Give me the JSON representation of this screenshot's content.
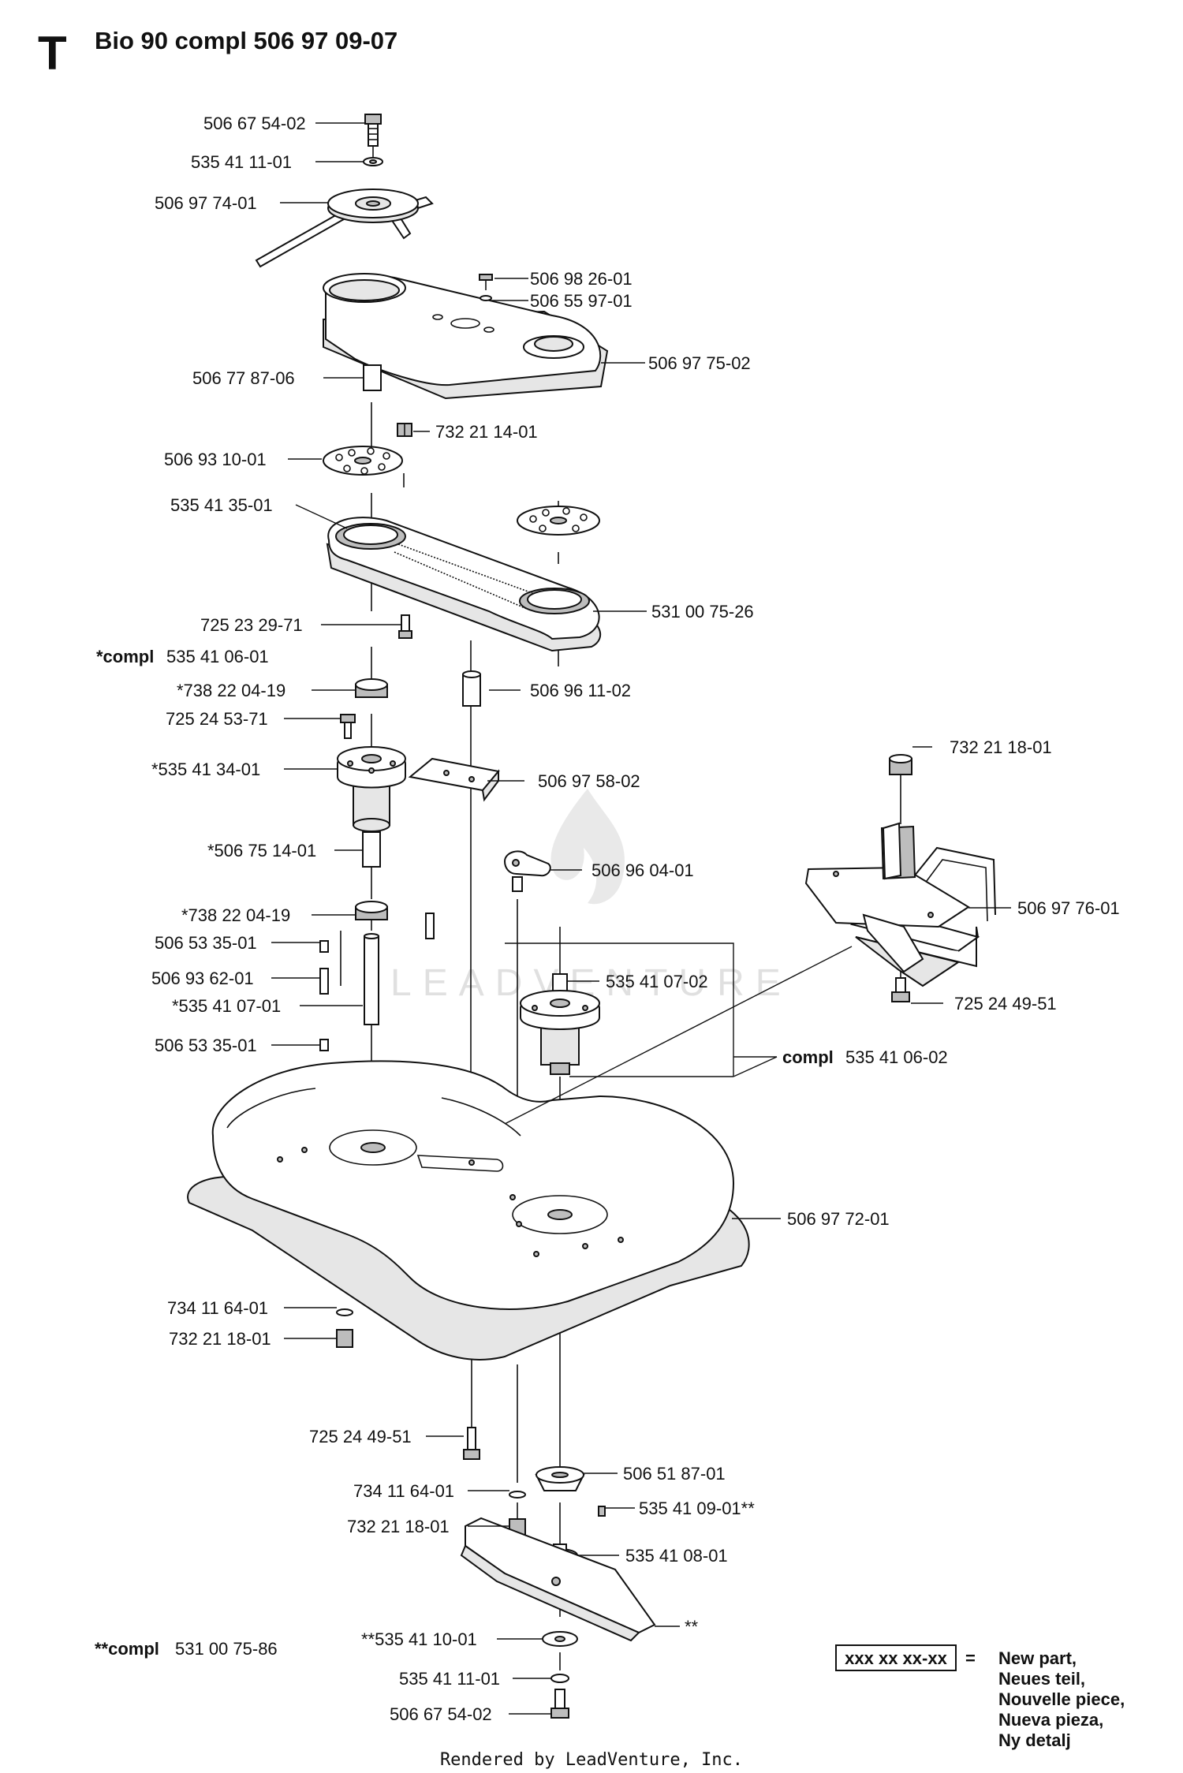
{
  "header": {
    "section_letter": "T",
    "title": "Bio 90 compl 506 97 09-07"
  },
  "parts": {
    "p_506_67_54_02_top": "506 67 54-02",
    "p_535_41_11_01_top": "535 41 11-01",
    "p_506_97_74_01": "506 97 74-01",
    "p_506_98_26_01": "506 98 26-01",
    "p_506_55_97_01": "506 55 97-01",
    "p_506_97_75_02": "506 97 75-02",
    "p_506_77_87_06": "506 77 87-06",
    "p_732_21_14_01": "732 21 14-01",
    "p_506_93_10_01": "506 93 10-01",
    "p_535_41_35_01": "535 41 35-01",
    "p_531_00_75_26": "531 00 75-26",
    "p_725_23_29_71": "725 23 29-71",
    "compl_prefix_1": "*compl",
    "compl_value_1": "535 41 06-01",
    "p_738_22_04_19_a": "*738 22 04-19",
    "p_506_96_11_02": "506 96 11-02",
    "p_725_24_53_71": "725 24 53-71",
    "p_535_41_34_01": "*535 41 34-01",
    "p_506_97_58_02": "506 97 58-02",
    "p_732_21_18_01_right": "732 21 18-01",
    "p_506_75_14_01": "*506 75 14-01",
    "p_506_96_04_01": "506 96 04-01",
    "p_506_97_76_01": "506 97 76-01",
    "p_738_22_04_19_b": "*738 22 04-19",
    "p_506_53_35_01_a": "506 53 35-01",
    "p_506_93_62_01": "506 93 62-01",
    "p_535_41_07_02": "535 41 07-02",
    "p_535_41_07_01": "*535 41 07-01",
    "p_725_24_49_51_right": "725 24 49-51",
    "p_506_53_35_01_b": "506 53 35-01",
    "compl_prefix_2": "compl",
    "compl_value_2": "535 41 06-02",
    "p_506_97_72_01": "506 97 72-01",
    "p_734_11_64_01_a": "734 11 64-01",
    "p_732_21_18_01_a": "732 21 18-01",
    "p_725_24_49_51_bottom": "725 24 49-51",
    "p_506_51_87_01": "506 51 87-01",
    "p_734_11_64_01_b": "734 11 64-01",
    "p_535_41_09_01": "535 41 09-01**",
    "p_732_21_18_01_b": "732 21 18-01",
    "p_535_41_08_01": "535 41 08-01",
    "p_blade_marker": "**",
    "compl_prefix_3": "**compl",
    "compl_value_3": "531 00 75-86",
    "p_535_41_10_01": "**535 41 10-01",
    "p_535_41_11_01_bottom": "535 41 11-01",
    "p_506_67_54_02_bottom": "506 67 54-02"
  },
  "legend": {
    "code_box": "xxx xx xx-xx",
    "equals": "=",
    "line1": "New part,",
    "line2": "Neues teil,",
    "line3": "Nouvelle piece,",
    "line4": "Nueva pieza,",
    "line5": "Ny detalj"
  },
  "watermark": {
    "text": "LEADVENTURE"
  },
  "footer": {
    "rendered_by": "Rendered by LeadVenture, Inc."
  }
}
